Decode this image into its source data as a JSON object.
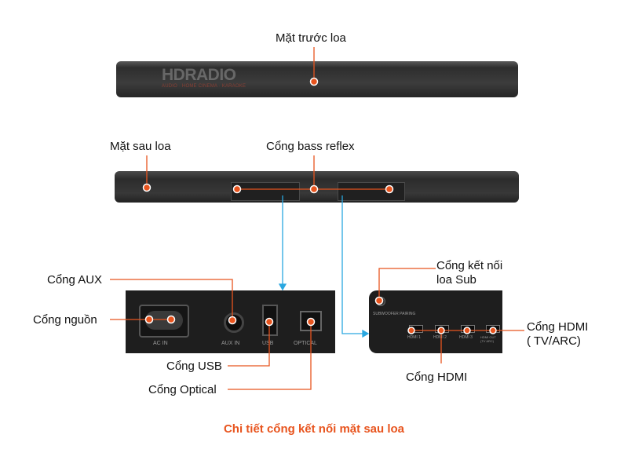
{
  "labels": {
    "front": "Mặt trước loa",
    "back": "Mặt sau loa",
    "bass_reflex": "Cổng bass reflex",
    "aux": "Cổng AUX",
    "power": "Cổng nguồn",
    "usb": "Cổng USB",
    "optical": "Cổng Optical",
    "sub_line1": "Cổng kết nối",
    "sub_line2": "loa Sub",
    "hdmi": "Cổng HDMI",
    "hdmi_arc_line1": "Cổng HDMI",
    "hdmi_arc_line2": "( TV/ARC)"
  },
  "panel_left": {
    "ac_in": "AC IN",
    "aux_in": "AUX IN",
    "usb": "USB",
    "optical": "OPTICAL"
  },
  "panel_right": {
    "sub_text": "SUBWOOFER PAIRING",
    "hdmi1": "HDMI 1",
    "hdmi2": "HDMI 2",
    "hdmi3": "HDMI 3",
    "hdmi_out": "HDMI OUT (TV ARC)"
  },
  "watermark": {
    "brand": "HDRADIO",
    "sub": "AUDIO · HOME CINEMA · KARAOKE"
  },
  "caption": "Chi tiết cổng kết nối mặt sau loa",
  "colors": {
    "accent": "#e8541e",
    "connector_blue": "#2aa7e0",
    "speaker_body": "#3a3a3a",
    "panel": "#1e1e1e"
  }
}
